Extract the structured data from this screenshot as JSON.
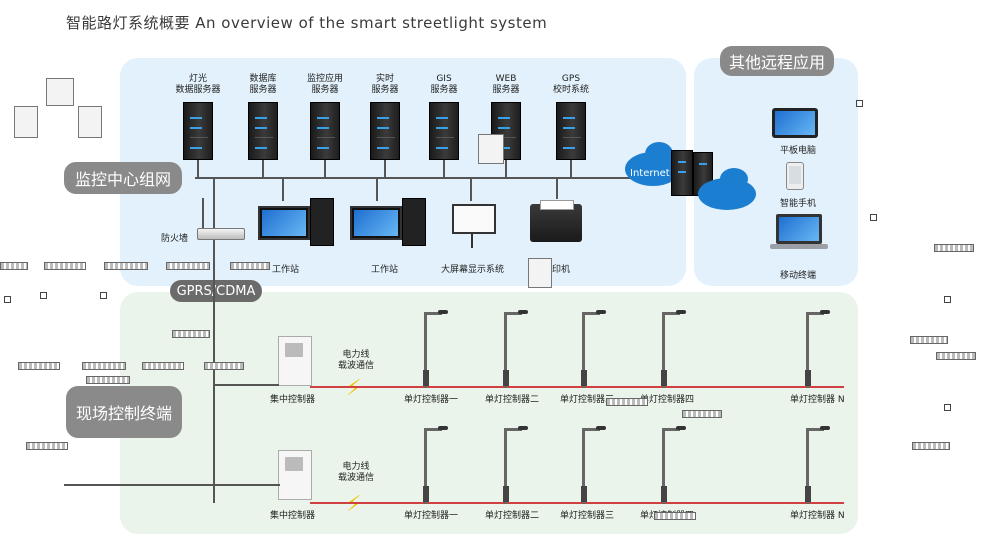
{
  "title": "智能路灯系统概要 An overview of the smart streetlight system",
  "sections": {
    "monitor_center": "监控中心组网",
    "field_terminal": "现场控制终端",
    "remote_apps": "其他远程应用",
    "gprs": "GPRS/CDMA"
  },
  "servers": [
    {
      "line1": "灯光",
      "line2": "数据服务器"
    },
    {
      "line1": "数据库",
      "line2": "服务器"
    },
    {
      "line1": "监控应用",
      "line2": "服务器"
    },
    {
      "line1": "实时",
      "line2": "服务器"
    },
    {
      "line1": "GIS",
      "line2": "服务器"
    },
    {
      "line1": "WEB",
      "line2": "服务器"
    },
    {
      "line1": "GPS",
      "line2": "校时系统"
    }
  ],
  "lan_devices": {
    "firewall": "防火墙",
    "workstation1": "工作站",
    "workstation2": "工作站",
    "big_screen": "大屏幕显示系统",
    "printer": "打印机",
    "internet": "Internet"
  },
  "remote_devices": {
    "tablet": "平板电脑",
    "phone": "智能手机",
    "laptop": "移动终端"
  },
  "field_rows": [
    {
      "concentrator": "集中控制器",
      "plc_line1": "电力线",
      "plc_line2": "载波通信",
      "controllers": [
        "单灯控制器一",
        "单灯控制器二",
        "单灯控制器三",
        "单灯控制器四",
        "单灯控制器 N"
      ]
    },
    {
      "concentrator": "集中控制器",
      "plc_line1": "电力线",
      "plc_line2": "载波通信",
      "controllers": [
        "单灯控制器一",
        "单灯控制器二",
        "单灯控制器三",
        "单灯控制器四",
        "单灯控制器 N"
      ]
    }
  ],
  "colors": {
    "top_panel": "#e2f1fb",
    "remote_panel": "#e2f1fb",
    "field_panel": "#eaf4ea",
    "accent_blue": "#1c7ed0",
    "carrier_line": "#d04040",
    "bolt": "#f2c200"
  }
}
